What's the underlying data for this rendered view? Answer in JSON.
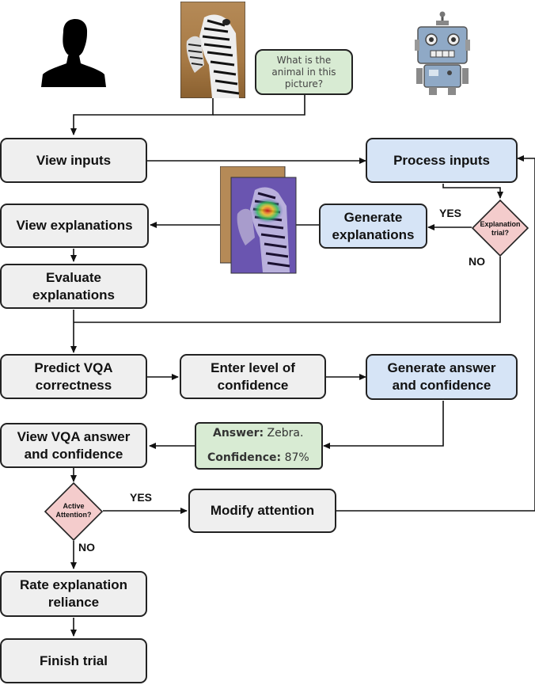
{
  "question_bubble": {
    "lines": [
      "What is the",
      "animal in this",
      "picture?"
    ]
  },
  "nodes": {
    "view_inputs": [
      "View inputs"
    ],
    "process_inputs": [
      "Process inputs"
    ],
    "view_explanations": [
      "View explanations"
    ],
    "generate_explanations": [
      "Generate",
      "explanations"
    ],
    "evaluate_explanations": [
      "Evaluate",
      "explanations"
    ],
    "predict_vqa": [
      "Predict VQA",
      "correctness"
    ],
    "enter_confidence": [
      "Enter level of",
      "confidence"
    ],
    "generate_answer": [
      "Generate answer",
      "and confidence"
    ],
    "view_vqa_answer": [
      "View VQA answer",
      "and confidence"
    ],
    "modify_attention": [
      "Modify attention"
    ],
    "rate_reliance": [
      "Rate explanation",
      "reliance"
    ],
    "finish_trial": [
      "Finish trial"
    ]
  },
  "decisions": {
    "explanation_trial": [
      "Explanation",
      "trial?"
    ],
    "active_attention": [
      "Active",
      "Attention?"
    ]
  },
  "edge_labels": {
    "explanation_yes": "YES",
    "explanation_no": "NO",
    "attention_yes": "YES",
    "attention_no": "NO"
  },
  "answer_box": {
    "answer_label": "Answer",
    "answer_value": "Zebra.",
    "confidence_label": "Confidence",
    "confidence_value": "87%"
  },
  "colors": {
    "human_box": "#efefef",
    "machine_box": "#d6e4f6",
    "output_box": "#d8ebd3",
    "decision": "#f4cccc"
  },
  "icons": [
    "person-silhouette-icon",
    "robot-icon",
    "zebra-photo",
    "zebra-attention-heatmap"
  ]
}
